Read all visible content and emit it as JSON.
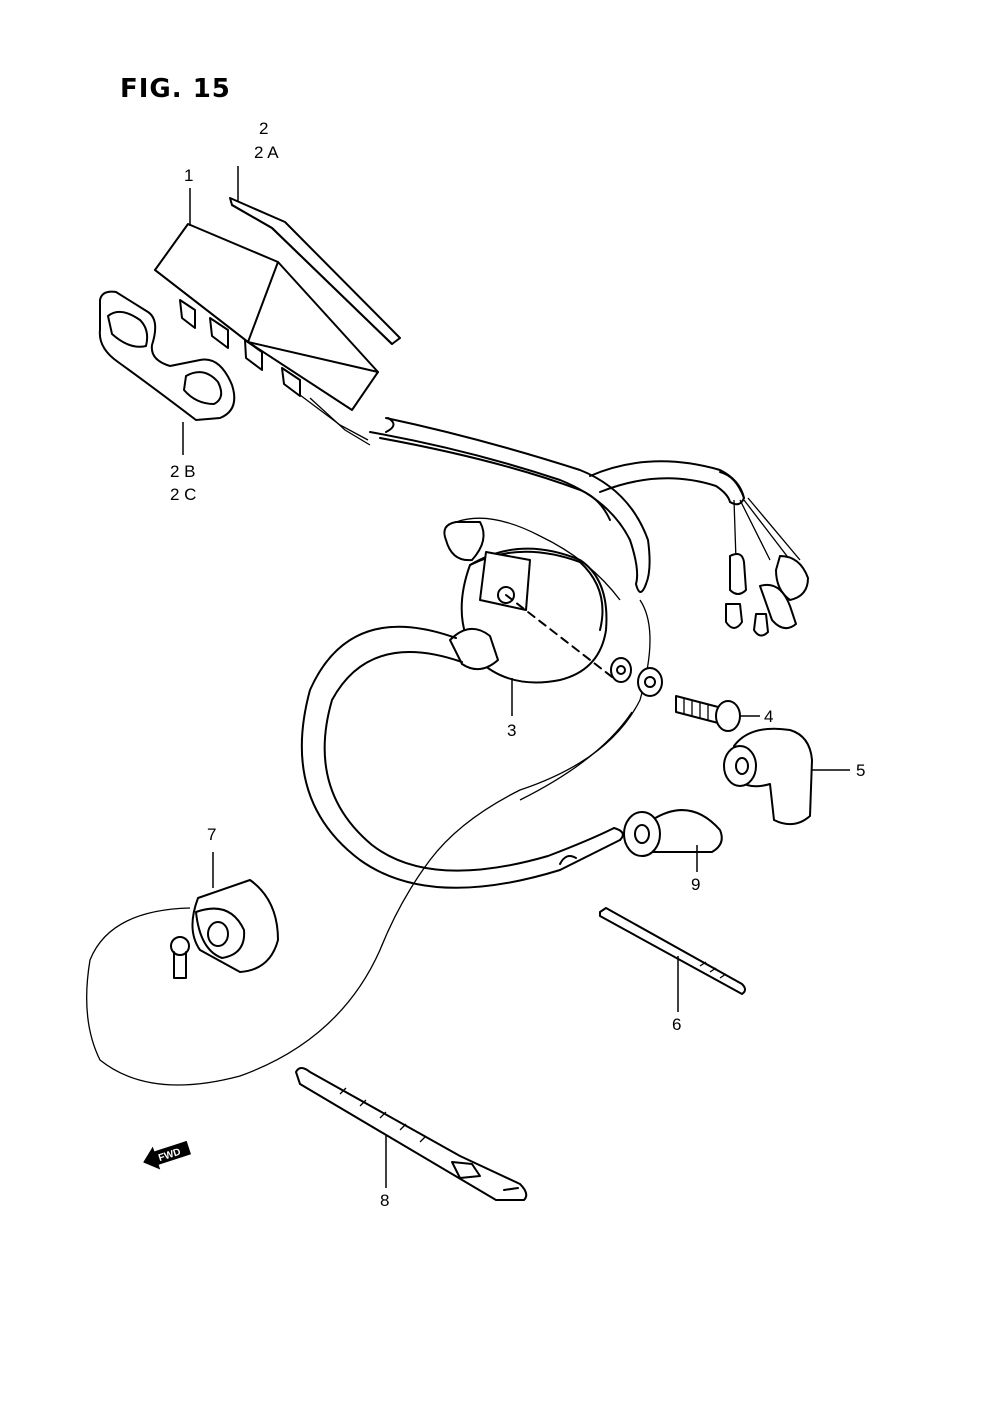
{
  "figure": {
    "title": "FIG. 15"
  },
  "callouts": {
    "c1": "1",
    "c2": "2",
    "c2a": "2 A",
    "c2b": "2 B",
    "c2c": "2 C",
    "c3": "3",
    "c4": "4",
    "c5": "5",
    "c6": "6",
    "c7": "7",
    "c8": "8",
    "c9": "9"
  },
  "fwd_arrow": {
    "label": "FWD",
    "icon": "fwd-arrow-icon"
  }
}
